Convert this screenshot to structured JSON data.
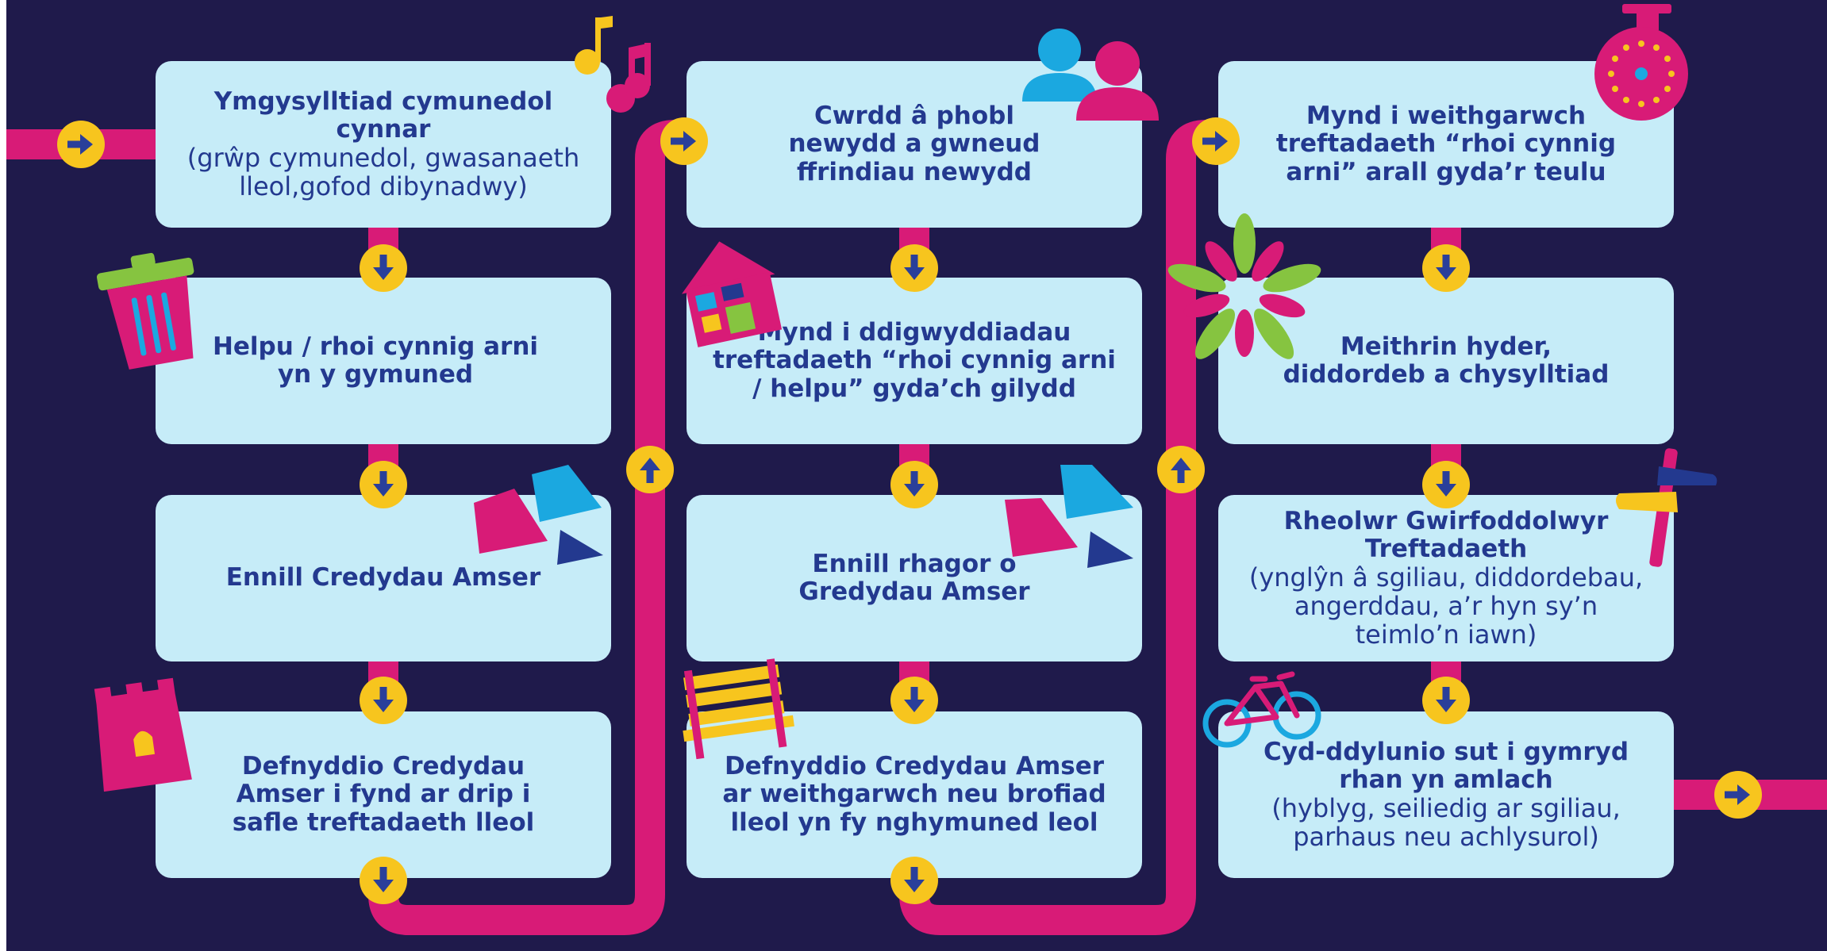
{
  "colors": {
    "background": "#1f1a4b",
    "path": "#d81b77",
    "box_fill": "#c6ecf8",
    "box_text": "#23398f",
    "arrow_circle": "#f7c51e",
    "arrow_glyph": "#2a3f9a",
    "light_blue": "#1ba8e0",
    "green": "#86c440"
  },
  "steps": [
    {
      "title": "Ymgysylltiad cymunedol cynnar",
      "subtitle": "(grŵp cymunedol, gwasanaeth lleol,gofod dibynadwy)"
    },
    {
      "title": "Helpu / rhoi cynnig arni yn y gymuned",
      "subtitle": ""
    },
    {
      "title": "Ennill Credydau Amser",
      "subtitle": ""
    },
    {
      "title": "Defnyddio Credydau Amser i fynd ar drip i safle treftadaeth lleol",
      "subtitle": ""
    },
    {
      "title": "Cwrdd â phobl newydd a gwneud ffrindiau newydd",
      "subtitle": ""
    },
    {
      "title": "Mynd i ddigwyddiadau treftadaeth “rhoi cynnig arni / helpu” gyda’ch gilydd",
      "subtitle": ""
    },
    {
      "title": "Ennill rhagor o Gredydau Amser",
      "subtitle": ""
    },
    {
      "title": "Defnyddio Credydau Amser ar weithgarwch neu brofiad lleol yn fy nghymuned leol",
      "subtitle": ""
    },
    {
      "title": "Mynd i weithgarwch treftadaeth “rhoi cynnig arni” arall gyda’r teulu",
      "subtitle": ""
    },
    {
      "title": "Meithrin hyder, diddordeb a chysylltiad",
      "subtitle": ""
    },
    {
      "title": "Rheolwr Gwirfoddolwyr Treftadaeth",
      "subtitle": "(ynglŷn â sgiliau, diddordebau, angerddau, a’r hyn sy’n teimlo’n iawn)"
    },
    {
      "title": "Cyd-ddylunio sut i gymryd rhan yn amlach",
      "subtitle": "(hyblyg, seiliedig ar sgiliau, parhaus neu achlysurol)"
    }
  ],
  "icons": [
    "music-notes-icon",
    "people-icon",
    "compass-icon",
    "recycling-bin-icon",
    "house-icon",
    "flower-icon",
    "shapes-icon",
    "signpost-icon",
    "castle-icon",
    "bench-icon",
    "bicycle-icon"
  ]
}
